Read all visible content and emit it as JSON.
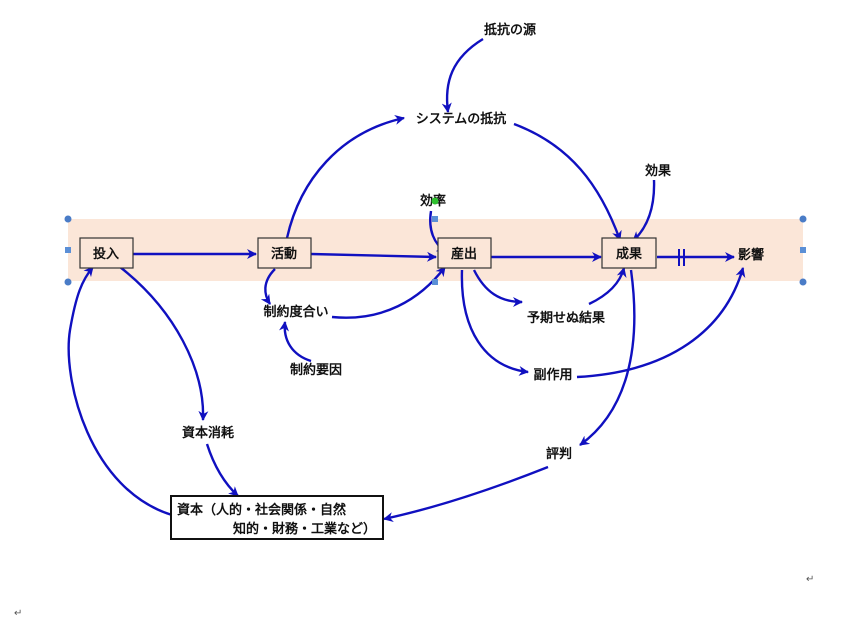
{
  "nodes": {
    "resistance_source": "抵抗の源",
    "system_resistance": "システムの抵抗",
    "effect": "効果",
    "efficiency": "効率",
    "input": "投入",
    "activity": "活動",
    "output": "産出",
    "outcome": "成果",
    "impact": "影響",
    "constraint_degree": "制約度合い",
    "constraint_factor": "制約要因",
    "unexpected_result": "予期せぬ結果",
    "side_effect": "副作用",
    "capital_consumption": "資本消耗",
    "reputation": "評判",
    "capital_line1": "資本（人的・社会関係・自然",
    "capital_line2": "知的・財務・工業など）"
  },
  "colors": {
    "arrow": "#1010c0",
    "band": "#fbe6d8",
    "box_fill": "#fbe6d8",
    "box_border": "#333333",
    "handle_circle": "#4a7cc7",
    "handle_square": "#5b8fd6",
    "handle_green": "#2ec02e"
  },
  "marks": {
    "return_mark": "↵"
  }
}
